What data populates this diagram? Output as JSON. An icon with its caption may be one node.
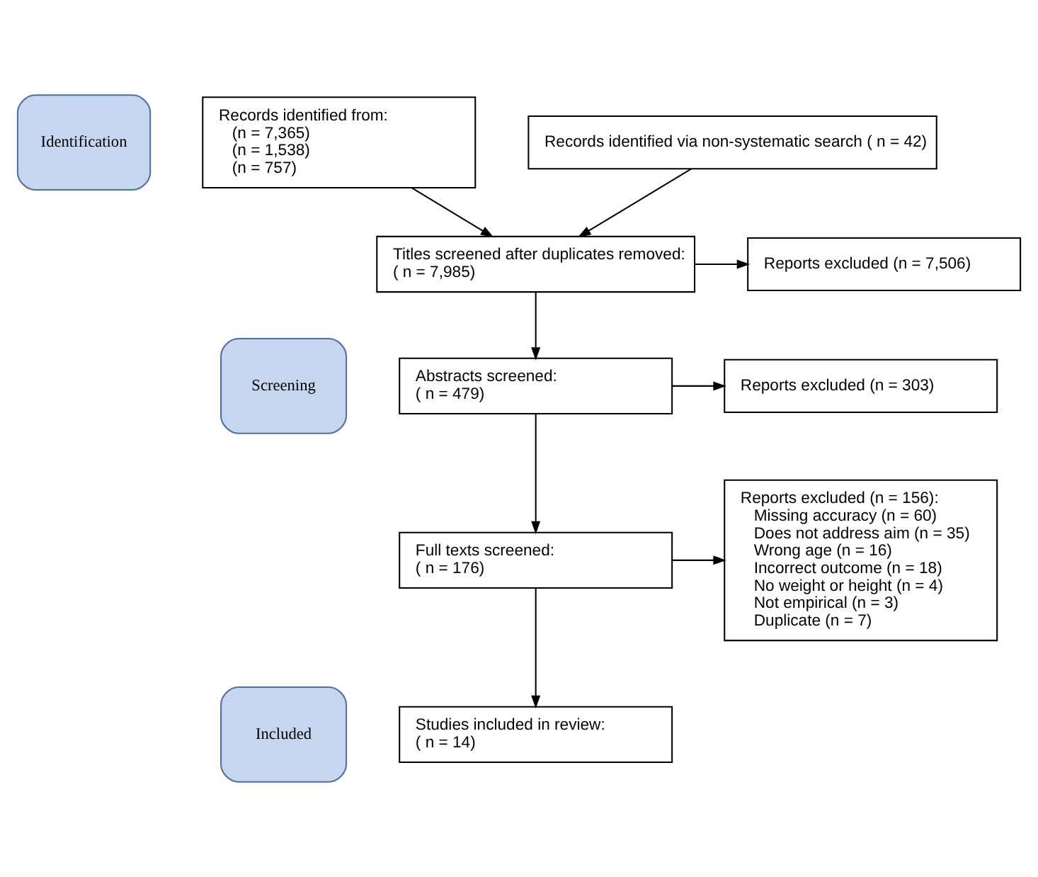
{
  "diagram": {
    "nodes": [
      {
        "text": [
          "Identification"
        ]
      },
      {
        "text": [
          "Screening"
        ]
      },
      {
        "text": [
          "Included"
        ]
      },
      {
        "text": [
          "Records identified from:",
          "(n = 7,365)",
          "(n = 1,538)",
          "(n = 757)"
        ]
      },
      {
        "text": [
          "Records identified via non-systematic search ( n = 42)"
        ]
      },
      {
        "text": [
          "Titles screened after duplicates removed:",
          "( n = 7,985)"
        ]
      },
      {
        "text": [
          "Reports excluded (n = 7,506)"
        ]
      },
      {
        "text": [
          "Abstracts screened:",
          "( n = 479)"
        ]
      },
      {
        "text": [
          "Reports excluded (n = 303)"
        ]
      },
      {
        "text": [
          "Full texts screened:",
          "( n = 176)"
        ]
      },
      {
        "text": [
          "Reports excluded (n = 156):",
          "Missing accuracy (n = 60)",
          "Does not address aim (n = 35)",
          "Wrong age (n = 16)",
          "Incorrect outcome (n = 18)",
          "No weight or height (n = 4)",
          "Not empirical (n = 3)",
          "Duplicate (n = 7)"
        ]
      },
      {
        "text": [
          "Studies included in review:",
          "( n = 14)"
        ]
      }
    ],
    "edges": [
      {
        "from": 3,
        "to": 5,
        "arrow": "to"
      },
      {
        "from": 4,
        "to": 5,
        "arrow": "to"
      },
      {
        "from": 5,
        "to": 6,
        "arrow": "to"
      },
      {
        "from": 5,
        "to": 7,
        "arrow": "to"
      },
      {
        "from": 7,
        "to": 8,
        "arrow": "to"
      },
      {
        "from": 7,
        "to": 9,
        "arrow": "to"
      },
      {
        "from": 9,
        "to": 10,
        "arrow": "to"
      },
      {
        "from": 9,
        "to": 11,
        "arrow": "to"
      }
    ]
  }
}
